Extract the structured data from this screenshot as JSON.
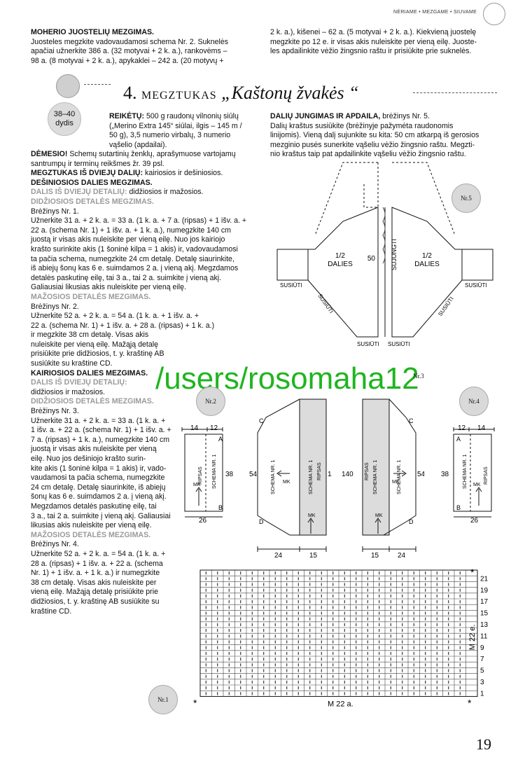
{
  "header": {
    "running": "NĖRIAME • MEZGAME • SIUVAME"
  },
  "top_left": {
    "heading": "MOHERIO JUOSTELIŲ MEZGIMAS.",
    "lines": [
      "Juosteles megzkite vadovaudamosi schema Nr. 2. Suknelės",
      "apačiai užnerkite 386 a. (32 motyvai + 2 k. a.), rankovėms –",
      "98 a. (8 motyvai + 2 k. a.), apykaklei – 242 a. (20 motyvų +"
    ]
  },
  "top_right": {
    "lines": [
      "2 k. a.), kišenei – 62 a. (5 motyvai + 2 k. a.). Kiekvieną juostelę",
      "megzkite po 12 e. ir visas akis nuleiskite per vieną eilę. Juoste-",
      "les apdailinkite vėžio žingsnio raštu ir prisiūkite prie suknelės."
    ]
  },
  "title": {
    "num": "4.",
    "word": "MEGZTUKAS",
    "name": "„Kaštonų žvakės “"
  },
  "size_badge": {
    "value": "38–40",
    "label": "dydis"
  },
  "left_col": {
    "p1": [
      {
        "b": "REIKĖTŲ:",
        "t": " 500 g raudonų vilnonių siūlų"
      },
      {
        "t": "(„Merino Extra 145“ siūlai, ilgis – 145 m /"
      },
      {
        "t": "50 g), 3,5 numerio virbalų, 3 numerio"
      },
      {
        "t": "vąšelio (apdailai)."
      }
    ],
    "p2": [
      {
        "b": "DĖMESIO!",
        "t": " Schemų sutartinių ženklų, aprašymuose vartojamų"
      },
      {
        "t": "santrumpų ir terminų reikšmes žr. 39 psl."
      },
      {
        "b": "MEGZTUKAS IŠ DVIEJŲ DALIŲ:",
        "t": " kairiosios ir dešiniosios."
      },
      {
        "b": "DEŠINIOSIOS DALIES MEGZIMAS."
      },
      {
        "g": "DALIS IŠ DVIEJŲ DETALIŲ:",
        "t": " didžiosios ir mažosios."
      },
      {
        "g": "DIDŽIOSIOS DETALĖS MEGZIMAS."
      },
      {
        "t": "Brėžinys Nr. 1."
      },
      {
        "t": "Užnerkite 31 a. + 2 k. a. = 33 a. (1 k. a. + 7 a. (ripsas) + 1 išv. a. +"
      },
      {
        "t": "22 a. (schema Nr. 1) + 1 išv. a. + 1 k. a.), numegzkite 140 cm"
      },
      {
        "t": "juostą ir visas akis nuleiskite per vieną eilę. Nuo jos kairiojo"
      },
      {
        "t": "krašto surinkite akis (1 šoninė kilpa = 1 akis) ir, vadovaudamosi"
      },
      {
        "t": "ta pačia schema, numegzkite 24 cm detalę. Detalę siaurinkite,"
      },
      {
        "t": "iš abiejų šonų kas 6 e. suimdamos 2 a. į vieną akį. Megzdamos"
      },
      {
        "t": "detalės paskutinę eilę, tai 3 a., tai 2 a. suimkite į vieną akį."
      },
      {
        "t": "Galiausiai likusias akis nuleiskite per vieną eilę."
      },
      {
        "g": "MAŽOSIOS DETALĖS MEZGIMAS."
      },
      {
        "t": "Brėžinys Nr. 2."
      },
      {
        "t": "Užnerkite 52 a. + 2 k. a. = 54 a. (1 k. a. + 1 išv. a. +"
      },
      {
        "t": "22 a. (schema Nr. 1) + 1 išv. a. + 28 a. (ripsas) + 1 k. a.)"
      },
      {
        "t": "ir megzkite 38 cm detalę. Visas akis"
      },
      {
        "t": "nuleiskite per vieną eilę. Mažąją detalę"
      },
      {
        "t": "prisiūkite prie didžiosios, t. y. kraštinę AB"
      },
      {
        "t": "susiūkite su kraštine CD."
      },
      {
        "b": "KAIRIOSIOS DALIES MEZGIMAS."
      },
      {
        "g": "DALIS IŠ DVIEJŲ DETALIŲ:"
      },
      {
        "t": "didžiosios ir mažosios."
      },
      {
        "g": "DIDŽIOSIOS DETALĖS MEZGIMAS."
      },
      {
        "t": "Brėžinys Nr. 3."
      },
      {
        "t": "Užnerkite 31 a. + 2 k. a. = 33 a. (1 k. a. +"
      },
      {
        "t": "1 išv. a. + 22 a. (schema Nr. 1) + 1 išv. a. +"
      },
      {
        "t": "7 a. (ripsas) + 1 k. a.), numegzkite 140 cm"
      },
      {
        "t": "juostą ir visas akis nuleiskite per vieną"
      },
      {
        "t": "eilę. Nuo jos dešiniojo krašto surin-"
      },
      {
        "t": "kite akis (1 šoninė kilpa = 1 akis) ir, vado-"
      },
      {
        "t": "vaudamosi ta pačia schema, numegzkite"
      },
      {
        "t": "24 cm detalę. Detalę siaurinkite, iš abiejų"
      },
      {
        "t": "šonų kas 6 e. suimdamos 2 a. į vieną akį."
      },
      {
        "t": "Megzdamos detalės paskutinę eilę, tai"
      },
      {
        "t": "3 a., tai 2 a. suimkite į vieną akį. Galiausiai"
      },
      {
        "t": "likusias akis nuleiskite per vieną eilę."
      },
      {
        "g": "MAŽOSIOS DETALĖS MEZGIMAS."
      },
      {
        "t": "Brėžinys Nr. 4."
      },
      {
        "t": "Užnerkite 52 a. + 2 k. a. = 54 a. (1 k. a. +"
      },
      {
        "t": "28 a. (ripsas) + 1 išv. a. + 22 a. (schema"
      },
      {
        "t": "Nr. 1) + 1 išv. a. + 1 k. a.) ir numegzkite"
      },
      {
        "t": "38 cm detalę. Visas akis nuleiskite per"
      },
      {
        "t": "vieną eilę. Mažąją detalę prisiūkite prie"
      },
      {
        "t": "didžiosios, t. y. kraštinę AB susiūkite su"
      },
      {
        "t": "kraštine CD."
      }
    ]
  },
  "right_col": {
    "lines": [
      {
        "b": "DALIŲ JUNGIMAS IR APDAILA,",
        "t": " brėžinys Nr. 5."
      },
      {
        "t": "Dalių kraštus susiūkite (brėžinyje pažymėta raudonomis"
      },
      {
        "t": "linijomis). Vieną dalį sujunkite su kita: 50 cm atkarpą iš gerosios"
      },
      {
        "t": "mezginio pusės sunerkite vąšeliu vėžio žingsnio raštu. Megzti-"
      },
      {
        "t": "nio kraštus taip pat apdailinkite vąšeliu vėžio žingsnio raštu."
      }
    ]
  },
  "nr5": {
    "badge": "Nr.5",
    "left_label": "1/2",
    "left_label2": "DALIES",
    "right_label": "1/2",
    "right_label2": "DALIES",
    "center_num": "50",
    "center_text": "SUJUNGTI",
    "susiuti": "SUSIŪTI"
  },
  "watermark": "/users/rosomaha12",
  "nr1": {
    "badge": "Nr.1"
  },
  "nr2": {
    "badge": "Nr.2",
    "w1": "14",
    "w2": "12",
    "h": "38",
    "bottom": "26",
    "a": "A",
    "b": "B",
    "ripsas": "RIPSAS",
    "schema": "SCHEMA NR. 1",
    "mk": "MK"
  },
  "nr3": {
    "badge": "Nr.3"
  },
  "nr4": {
    "badge": "Nr.4",
    "w1": "12",
    "w2": "14",
    "h": "38",
    "bottom": "26",
    "a": "A",
    "b": "B",
    "ripsas": "RIPSAS",
    "schema": "SCHEMA NR. 1",
    "mk": "MK"
  },
  "drawing1": {
    "c": "C",
    "d": "D",
    "h54": "54",
    "h140": "140",
    "b24": "24",
    "b15": "15",
    "schema": "SCHEMA NR. 1",
    "ripsas": "RIPSAS",
    "mk": "MK"
  },
  "drawing3": {
    "c": "C",
    "d": "D",
    "h54": "54",
    "h140": "140",
    "b24": "24",
    "b15": "15",
    "schema": "SCHEMA NR. 1",
    "ripsas": "RIPSAS",
    "mk": "MK"
  },
  "chart": {
    "rows_odd": [
      "21",
      "19",
      "17",
      "15",
      "13",
      "11",
      "9",
      "7",
      "5",
      "3",
      "1"
    ],
    "bottom_label": "M 22 a.",
    "side_label": "M 22 e.",
    "star": "*"
  },
  "page_number": "19"
}
